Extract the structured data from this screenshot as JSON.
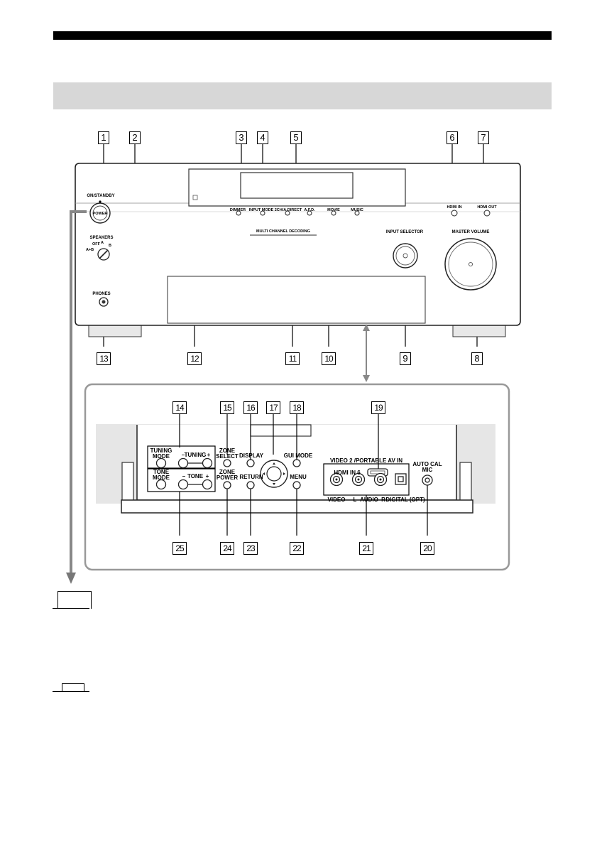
{
  "callouts": [
    "1",
    "2",
    "3",
    "4",
    "5",
    "6",
    "7",
    "8",
    "9",
    "10",
    "11",
    "12",
    "13",
    "14",
    "15",
    "16",
    "17",
    "18",
    "19",
    "20",
    "21",
    "22",
    "23",
    "24",
    "25"
  ],
  "receiver": {
    "on_standby": "ON/STANDBY",
    "power": "POWER",
    "speakers": "SPEAKERS",
    "spk_off": "OFF",
    "spk_a": "A",
    "spk_b": "B",
    "spk_ab": "A+B",
    "phones": "PHONES",
    "dimmer": "DIMMER",
    "input_mode": "INPUT MODE",
    "direct_2ch": "2CH/A.DIRECT",
    "afd": "A.F.D.",
    "movie": "MOVIE",
    "music": "MUSIC",
    "multi_channel": "MULTI CHANNEL DECODING",
    "hdmi_in": "HDMI IN",
    "hdmi_out": "HDMI OUT",
    "input_selector": "INPUT SELECTOR",
    "master_volume": "MASTER VOLUME"
  },
  "panel": {
    "tuning_mode": [
      "TUNING",
      "MODE"
    ],
    "tuning": "TUNING",
    "tone_mode": [
      "TONE",
      "MODE"
    ],
    "tone": "TONE",
    "zone_select": [
      "ZONE",
      "SELECT"
    ],
    "zone_power": [
      "ZONE",
      "POWER"
    ],
    "display": "DISPLAY",
    "return": "RETURN",
    "gui_mode": "GUI MODE",
    "menu": "MENU",
    "hdmi_in6": "HDMI IN 6",
    "video2": "VIDEO 2 /PORTABLE AV IN",
    "video": "VIDEO",
    "l": "L",
    "audio": "AUDIO",
    "r": "R",
    "digital": "DIGITAL (OPT)",
    "auto_cal": [
      "AUTO CAL",
      "MIC"
    ],
    "minus": "–",
    "plus": "+"
  }
}
